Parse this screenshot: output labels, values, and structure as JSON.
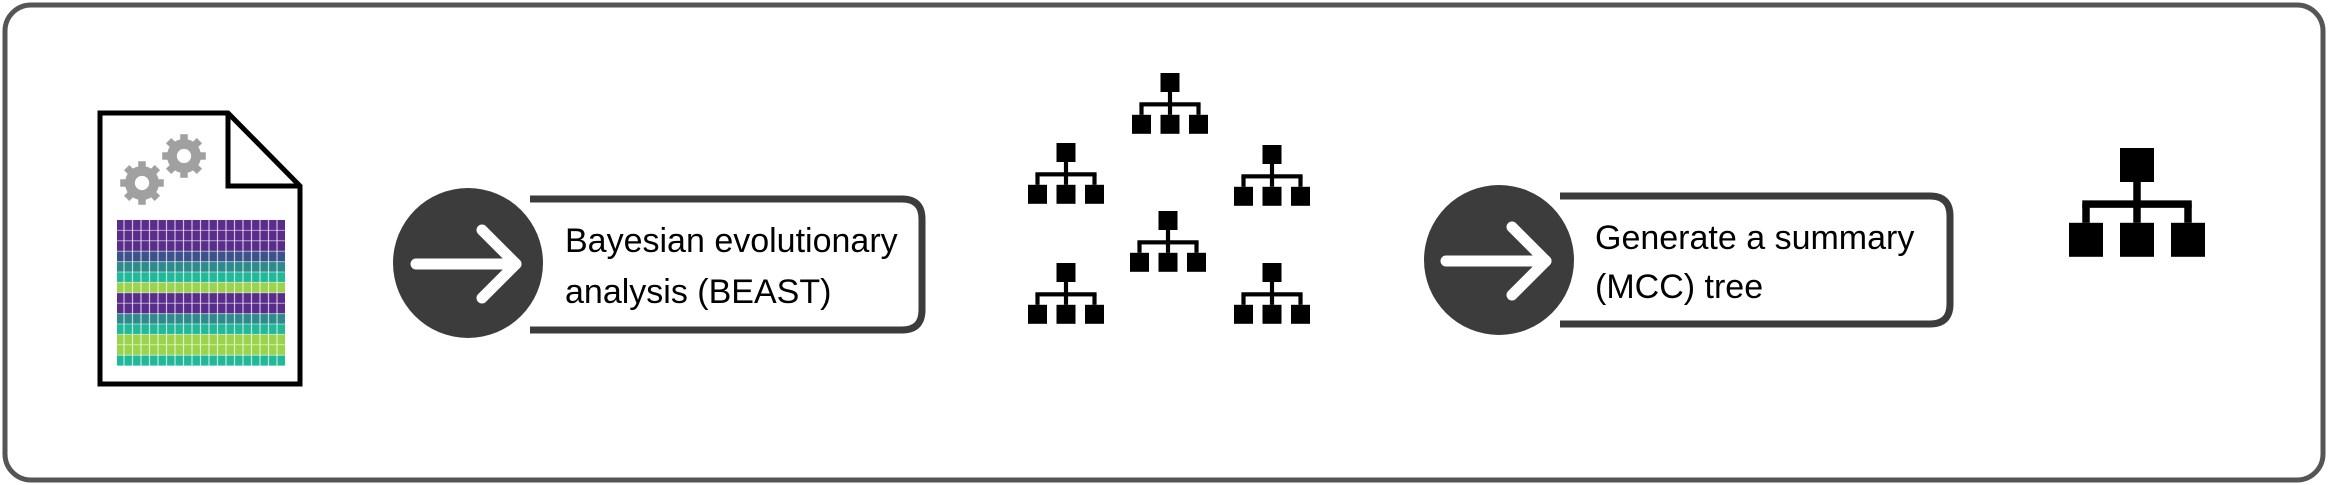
{
  "steps": [
    {
      "label_lines": [
        "Bayesian evolutionary",
        "analysis (BEAST)"
      ]
    },
    {
      "label_lines": [
        "Generate a summary",
        "(MCC) tree"
      ]
    }
  ],
  "icons": {
    "input": "alignment-file-with-gears-icon",
    "arrow": "arrow-right-circle-icon",
    "posterior_trees": "tree-collection-icon",
    "summary_tree": "single-tree-icon"
  },
  "colors": {
    "frame_border": "#555555",
    "dark": "#3c3c3c",
    "black": "#000000",
    "gear": "#a0a0a0",
    "alignment_rows": [
      "#5a2d8c",
      "#5a2d8c",
      "#5a2d8c",
      "#3b528b",
      "#2f8a8c",
      "#22b89a",
      "#9bd34a",
      "#5a2d8c",
      "#5a2d8c",
      "#2f8a8c",
      "#22b89a",
      "#9bd34a",
      "#9bd34a",
      "#22b89a"
    ]
  }
}
